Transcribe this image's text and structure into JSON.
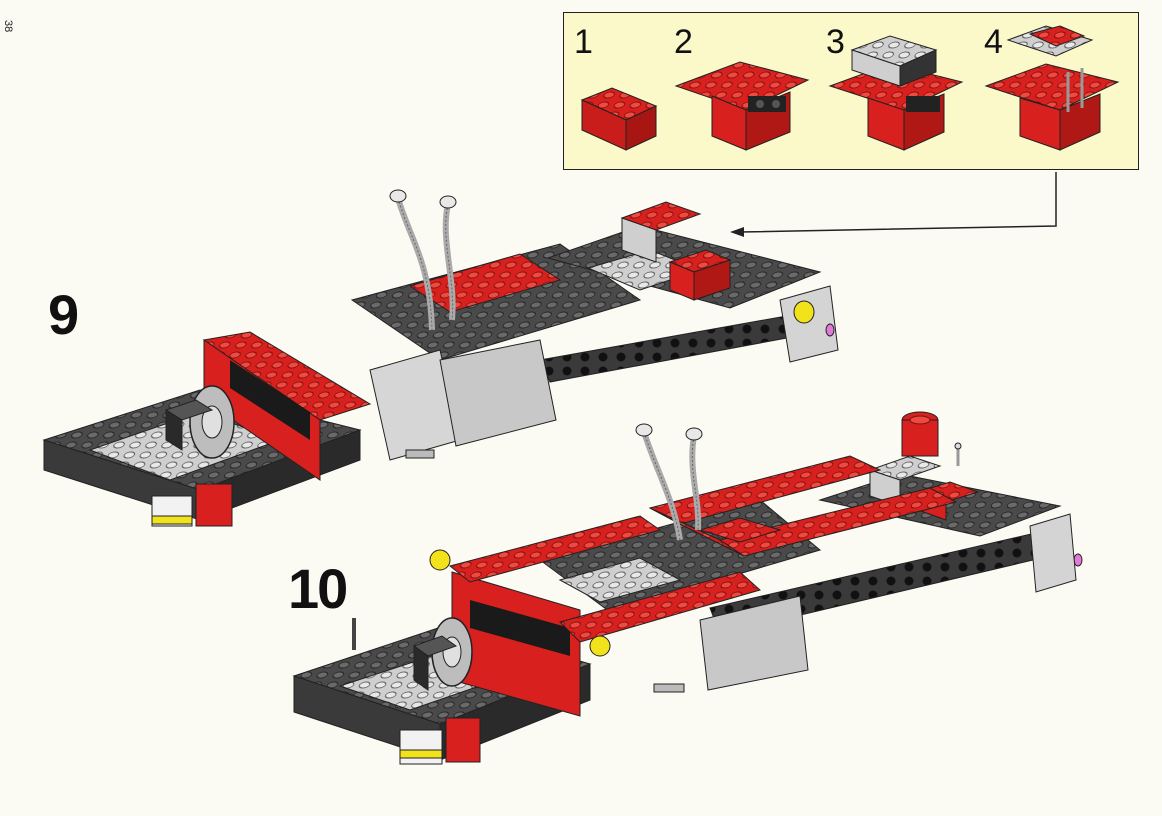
{
  "page": {
    "number": "38"
  },
  "substeps": {
    "labels": [
      "1",
      "2",
      "3",
      "4"
    ]
  },
  "steps": {
    "step_9": "9",
    "step_10": "10"
  },
  "colors": {
    "red": "#d8201e",
    "dark_gray": "#4a4a4a",
    "light_gray": "#cfcfcf",
    "black": "#1a1a1a",
    "yellow": "#f2e21b",
    "box_fill": "#fbf8c9"
  }
}
